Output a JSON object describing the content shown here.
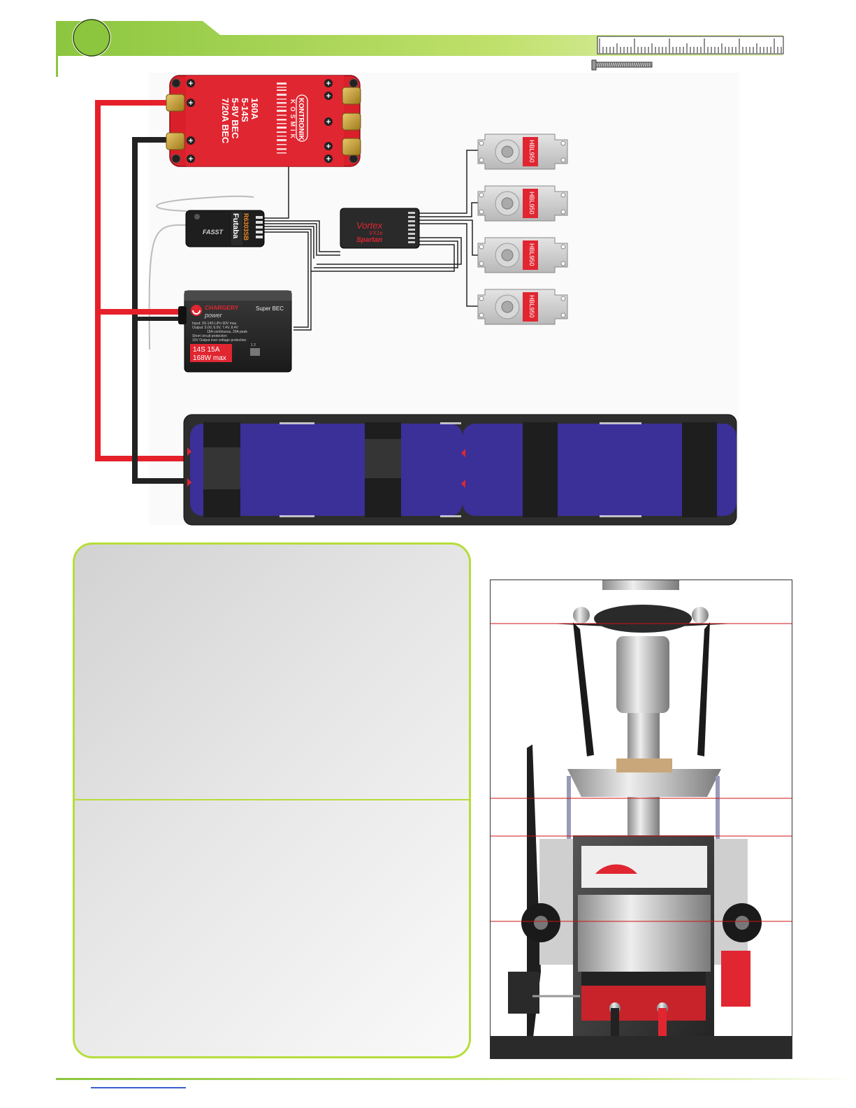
{
  "esc": {
    "specs": [
      "160A",
      "5-14S",
      "5-8V BEC",
      "7/20A BEC"
    ],
    "brand": "KONTRONIK",
    "model": "KOSMIK"
  },
  "receiver": {
    "brand": "Futaba",
    "model": "R6303SB",
    "system": "FASST"
  },
  "flybarless": {
    "brand": "Vortex",
    "series": "VX1e",
    "name": "Spartan"
  },
  "servos": [
    {
      "model": "HBL950"
    },
    {
      "model": "HBL950"
    },
    {
      "model": "HBL950"
    },
    {
      "model": "HBL950"
    }
  ],
  "bec": {
    "brand": "CHARGERY",
    "sub": "power",
    "name": "Super BEC",
    "spec_lines": [
      "Input: 3S-14S LiPo 60V max.",
      "Output: 5.0V, 6.0V, 7.4V, 8.4V",
      "15A continuous, 20A peak",
      "Short circuit protection",
      "15V Output over voltage protection"
    ],
    "rating_line1": "14S 15A",
    "rating_line2": "168W max",
    "switch_labels": "1 2"
  },
  "colors": {
    "accent_green": "#8cc63f",
    "esc_red": "#d9202a",
    "battery_blue": "#3b2f98",
    "wire_red": "#e5202a",
    "wire_black": "#222222"
  }
}
